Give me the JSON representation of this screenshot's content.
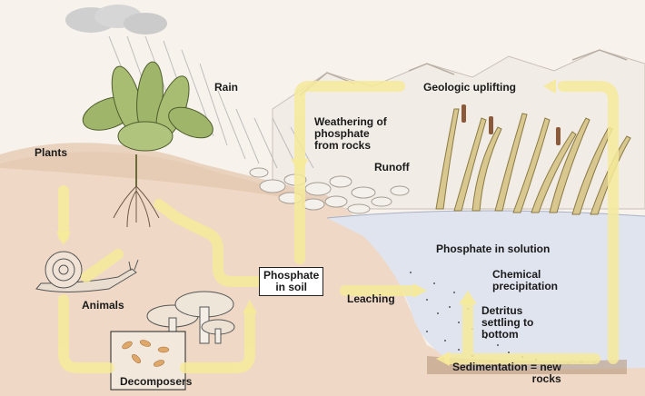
{
  "diagram": {
    "labels": {
      "rain": "Rain",
      "geologic_uplifting": "Geologic uplifting",
      "weathering": "Weathering of\nphosphate\nfrom rocks",
      "plants": "Plants",
      "runoff": "Runoff",
      "phosphate_in_solution": "Phosphate in solution",
      "chemical_precipitation": "Chemical\nprecipitation",
      "phosphate_in_soil": "Phosphate\nin soil",
      "leaching": "Leaching",
      "detritus": "Detritus\nsettling to\nbottom",
      "animals": "Animals",
      "sedimentation": "Sedimentation = new\nrocks",
      "decomposers": "Decomposers"
    },
    "colors": {
      "arrow": "#f6ea9a",
      "sky": "#f8f4ee",
      "soil": "#edd6c3",
      "water": "#dfe3ee",
      "mountain": "#f1ece6",
      "plant_leaf": "#9fb569",
      "reed": "#d8c890"
    }
  }
}
